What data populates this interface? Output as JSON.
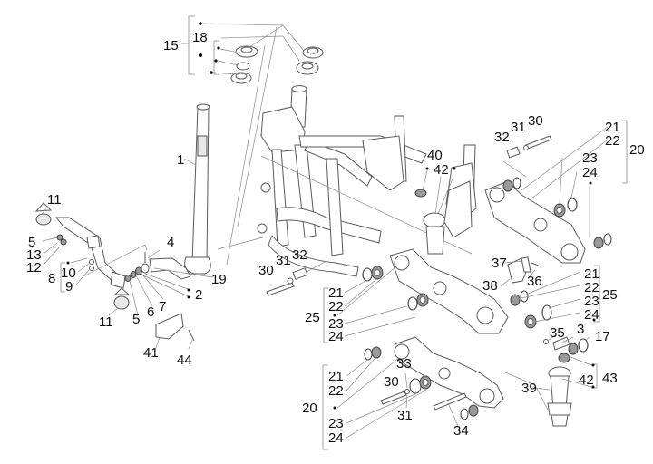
{
  "diagram": {
    "title": "Frame / swing arm exploded parts diagram",
    "line_color": "#5a5a5a",
    "text_color": "#111111",
    "background": "#ffffff",
    "callouts": [
      {
        "id": "c15",
        "label": "15"
      },
      {
        "id": "c18",
        "label": "18"
      },
      {
        "id": "c1",
        "label": "1"
      },
      {
        "id": "c11a",
        "label": "11"
      },
      {
        "id": "c5a",
        "label": "5"
      },
      {
        "id": "c13",
        "label": "13"
      },
      {
        "id": "c12",
        "label": "12"
      },
      {
        "id": "c8",
        "label": "8"
      },
      {
        "id": "c10",
        "label": "10"
      },
      {
        "id": "c9",
        "label": "9"
      },
      {
        "id": "c4",
        "label": "4"
      },
      {
        "id": "c19",
        "label": "19"
      },
      {
        "id": "c2",
        "label": "2"
      },
      {
        "id": "c7",
        "label": "7"
      },
      {
        "id": "c6",
        "label": "6"
      },
      {
        "id": "c5b",
        "label": "5"
      },
      {
        "id": "c11b",
        "label": "11"
      },
      {
        "id": "c41",
        "label": "41"
      },
      {
        "id": "c44",
        "label": "44"
      },
      {
        "id": "c30a",
        "label": "30"
      },
      {
        "id": "c31a",
        "label": "31"
      },
      {
        "id": "c32a",
        "label": "32"
      },
      {
        "id": "c21a",
        "label": "21"
      },
      {
        "id": "c22a",
        "label": "22"
      },
      {
        "id": "c25a",
        "label": "25"
      },
      {
        "id": "c23a",
        "label": "23"
      },
      {
        "id": "c24a",
        "label": "24"
      },
      {
        "id": "c40",
        "label": "40"
      },
      {
        "id": "c42a",
        "label": "42"
      },
      {
        "id": "c32b",
        "label": "32"
      },
      {
        "id": "c31b",
        "label": "31"
      },
      {
        "id": "c30b",
        "label": "30"
      },
      {
        "id": "c21b",
        "label": "21"
      },
      {
        "id": "c22b",
        "label": "22"
      },
      {
        "id": "c20a",
        "label": "20"
      },
      {
        "id": "c23b",
        "label": "23"
      },
      {
        "id": "c24b",
        "label": "24"
      },
      {
        "id": "c37",
        "label": "37"
      },
      {
        "id": "c36",
        "label": "36"
      },
      {
        "id": "c38",
        "label": "38"
      },
      {
        "id": "c21c",
        "label": "21"
      },
      {
        "id": "c22c",
        "label": "22"
      },
      {
        "id": "c23c",
        "label": "23"
      },
      {
        "id": "c25b",
        "label": "25"
      },
      {
        "id": "c24c",
        "label": "24"
      },
      {
        "id": "c35",
        "label": "35"
      },
      {
        "id": "c3",
        "label": "3"
      },
      {
        "id": "c17",
        "label": "17"
      },
      {
        "id": "c42b",
        "label": "42"
      },
      {
        "id": "c43",
        "label": "43"
      },
      {
        "id": "c39",
        "label": "39"
      },
      {
        "id": "c33",
        "label": "33"
      },
      {
        "id": "c21d",
        "label": "21"
      },
      {
        "id": "c22d",
        "label": "22"
      },
      {
        "id": "c30c",
        "label": "30"
      },
      {
        "id": "c20b",
        "label": "20"
      },
      {
        "id": "c31c",
        "label": "31"
      },
      {
        "id": "c23d",
        "label": "23"
      },
      {
        "id": "c24d",
        "label": "24"
      },
      {
        "id": "c34",
        "label": "34"
      }
    ]
  }
}
